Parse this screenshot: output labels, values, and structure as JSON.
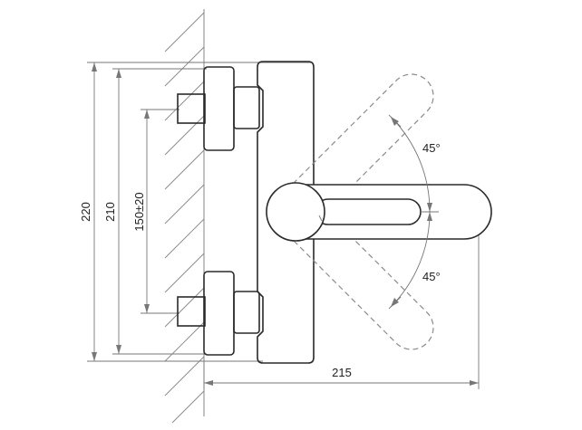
{
  "dimensions": {
    "height_overall": "220",
    "height_body": "210",
    "inlet_spacing": "150±20",
    "projection": "215",
    "angle_up": "45°",
    "angle_down": "45°"
  }
}
